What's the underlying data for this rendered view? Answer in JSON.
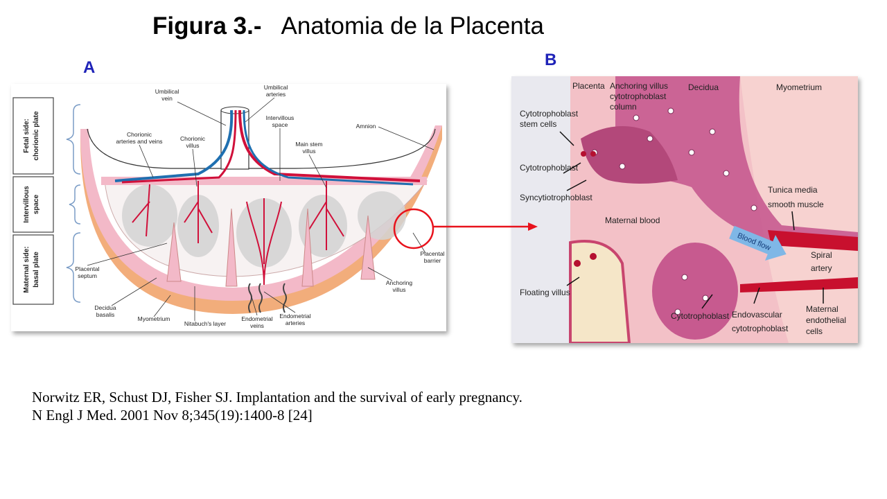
{
  "title": {
    "bold": "Figura  3.-",
    "rest": "Anatomia de la Placenta"
  },
  "panel_a": {
    "letter": "A",
    "side_labels": {
      "fetal": [
        "Fetal side:",
        "chorionic plate"
      ],
      "intervillous": [
        "Intervillous",
        "space"
      ],
      "maternal": [
        "Maternal side:",
        "basal plate"
      ]
    },
    "labels": {
      "umbilical_vein": [
        "Umbilical",
        "vein"
      ],
      "umbilical_arteries": [
        "Umbilical",
        "arteries"
      ],
      "intervillous_space": [
        "Intervillous",
        "space"
      ],
      "amnion": "Amnion",
      "chorionic_arteries": [
        "Chorionic",
        "arteries and veins"
      ],
      "chorionic_villus": [
        "Chorionic",
        "villus"
      ],
      "main_stem_villus": [
        "Main stem",
        "villus"
      ],
      "placental_septum": [
        "Placental",
        "septum"
      ],
      "placental_barrier": [
        "Placental",
        "barrier"
      ],
      "anchoring_villus": [
        "Anchoring",
        "villus"
      ],
      "decidua_basalis": [
        "Decidua",
        "basalis"
      ],
      "myometrium": "Myometrium",
      "nitabuch": "Nitabuch's layer",
      "endometrial_veins": [
        "Endometrial",
        "veins"
      ],
      "endometrial_arteries": [
        "Endometrial",
        "arteries"
      ]
    }
  },
  "panel_b": {
    "letter": "B",
    "labels": {
      "placenta": "Placenta",
      "anchoring_villus": [
        "Anchoring villus",
        "cytotrophoblast",
        "column"
      ],
      "decidua": "Decidua",
      "myometrium": "Myometrium",
      "cyto_stem_cells": [
        "Cytotrophoblast",
        "stem cells"
      ],
      "cytotrophoblast": "Cytotrophoblast",
      "syncytiotrophoblast": "Syncytiotrophoblast",
      "tunica_media": [
        "Tunica media",
        "smooth muscle"
      ],
      "maternal_blood": "Maternal blood",
      "blood_flow": "Blood flow",
      "spiral_artery": [
        "Spiral",
        "artery"
      ],
      "floating_villus": "Floating villus",
      "cytotrophoblast_bottom": "Cytotrophoblast",
      "endovascular": [
        "Endovascular",
        "cytotrophoblast"
      ],
      "maternal_endothelial": [
        "Maternal",
        "endothelial",
        "cells"
      ]
    }
  },
  "citation": {
    "line1": "Norwitz ER, Schust DJ, Fisher SJ. Implantation and the survival of early pregnancy.",
    "line2": "N Engl J Med. 2001 Nov 8;345(19):1400-8 [24]"
  },
  "colors": {
    "letter": "#1f23b8",
    "highlight": "#e8121c",
    "pink": "#f2b8c6",
    "orange": "#f4b27a"
  }
}
